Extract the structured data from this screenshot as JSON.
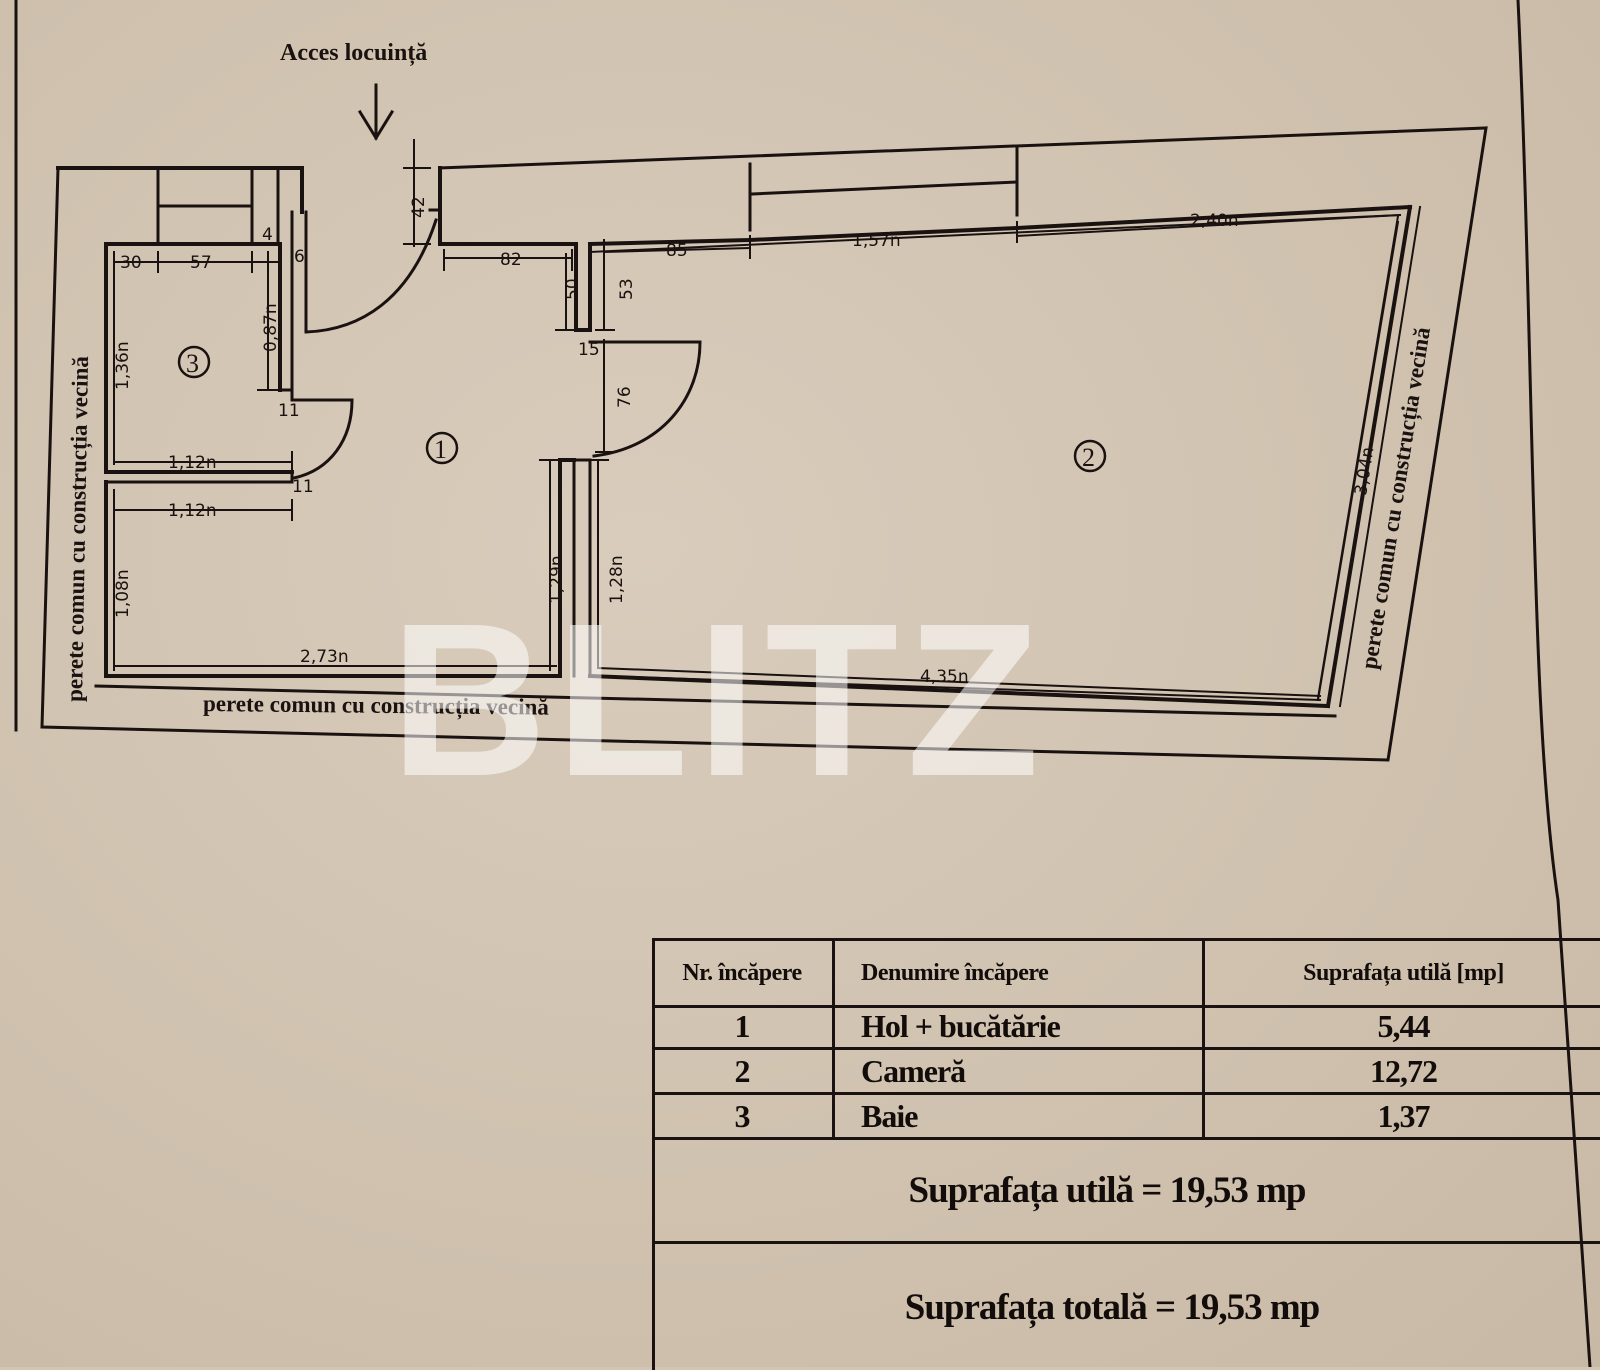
{
  "plan": {
    "entrance_label": "Acces locuință",
    "shared_wall_label": "perete comun cu construcția vecină",
    "rooms": [
      {
        "number": "1",
        "symbol": "①"
      },
      {
        "number": "2",
        "symbol": "②"
      },
      {
        "number": "3",
        "symbol": "③"
      }
    ],
    "dimensions": {
      "entrance_wall_depth": "42",
      "hall_top_width": "82",
      "niche_left_depth": "50",
      "niche_right_depth": "53",
      "niche_width": "15",
      "room2_top_segment_1": "85",
      "room2_top_segment_2": "1,57n",
      "room2_top_segment_3": "2,40n",
      "room2_door_width": "76",
      "bath_left_offset": "30",
      "bath_window_width": "57",
      "bath_corner": "4",
      "bath_right_wall": "0,87n",
      "bath_height": "1,36n",
      "bath_width": "1,12n",
      "bath_door_jamb": "11",
      "bath_wall_thickness": "11",
      "hall_wall_width": "1,12n",
      "hall_left_height": "1,08n",
      "hall_right_height": "1,29n",
      "hall_bottom_width": "2,73n",
      "room2_left_height": "1,28n",
      "room2_bottom_width": "4,35n",
      "room2_right_height": "3,04n",
      "entrance_jamb": "6"
    }
  },
  "legend": {
    "headers": [
      "Nr. încăpere",
      "Denumire încăpere",
      "Suprafața utilă [mp]"
    ],
    "rows": [
      {
        "nr": "1",
        "name": "Hol + bucătărie",
        "area": "5,44"
      },
      {
        "nr": "2",
        "name": "Cameră",
        "area": "12,72"
      },
      {
        "nr": "3",
        "name": "Baie",
        "area": "1,37"
      }
    ],
    "useful_area": "Suprafața utilă = 19,53 mp",
    "total_area": "Suprafața totală = 19,53 mp"
  },
  "watermark": "BLITZ"
}
